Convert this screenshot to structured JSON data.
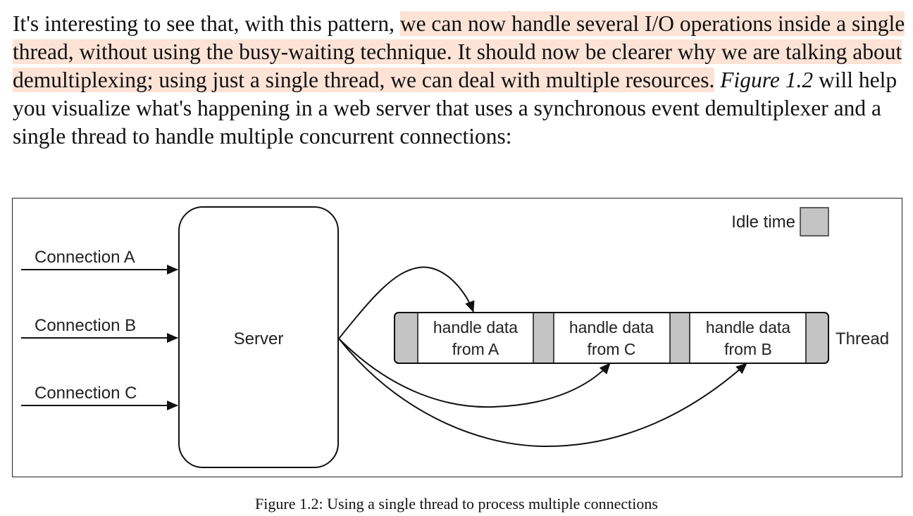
{
  "paragraph": {
    "seg1": "It's interesting to see that, with this pattern, ",
    "seg2": "we can now handle several I/O operations inside a single thread, without using the busy-waiting technique. It should now be clearer why we are talking about demultiplexing; using just a single thread, we can deal with multiple resources.",
    "seg3": " ",
    "seg4": "Figure 1.2",
    "seg5": " will help you visualize what's happening in a web server that uses a synchronous event demultiplexer and a single thread to handle multiple concurrent connections:"
  },
  "diagram": {
    "connections": [
      "Connection A",
      "Connection B",
      "Connection C"
    ],
    "server": "Server",
    "legend": "Idle time",
    "thread_label": "Thread",
    "blocks": [
      {
        "line1": "handle data",
        "line2": "from A"
      },
      {
        "line1": "handle data",
        "line2": "from C"
      },
      {
        "line1": "handle data",
        "line2": "from B"
      }
    ],
    "colors": {
      "idle": "#c4c4c4",
      "highlight": "#fce3d6"
    }
  },
  "caption": "Figure 1.2: Using a single thread to process multiple connections"
}
